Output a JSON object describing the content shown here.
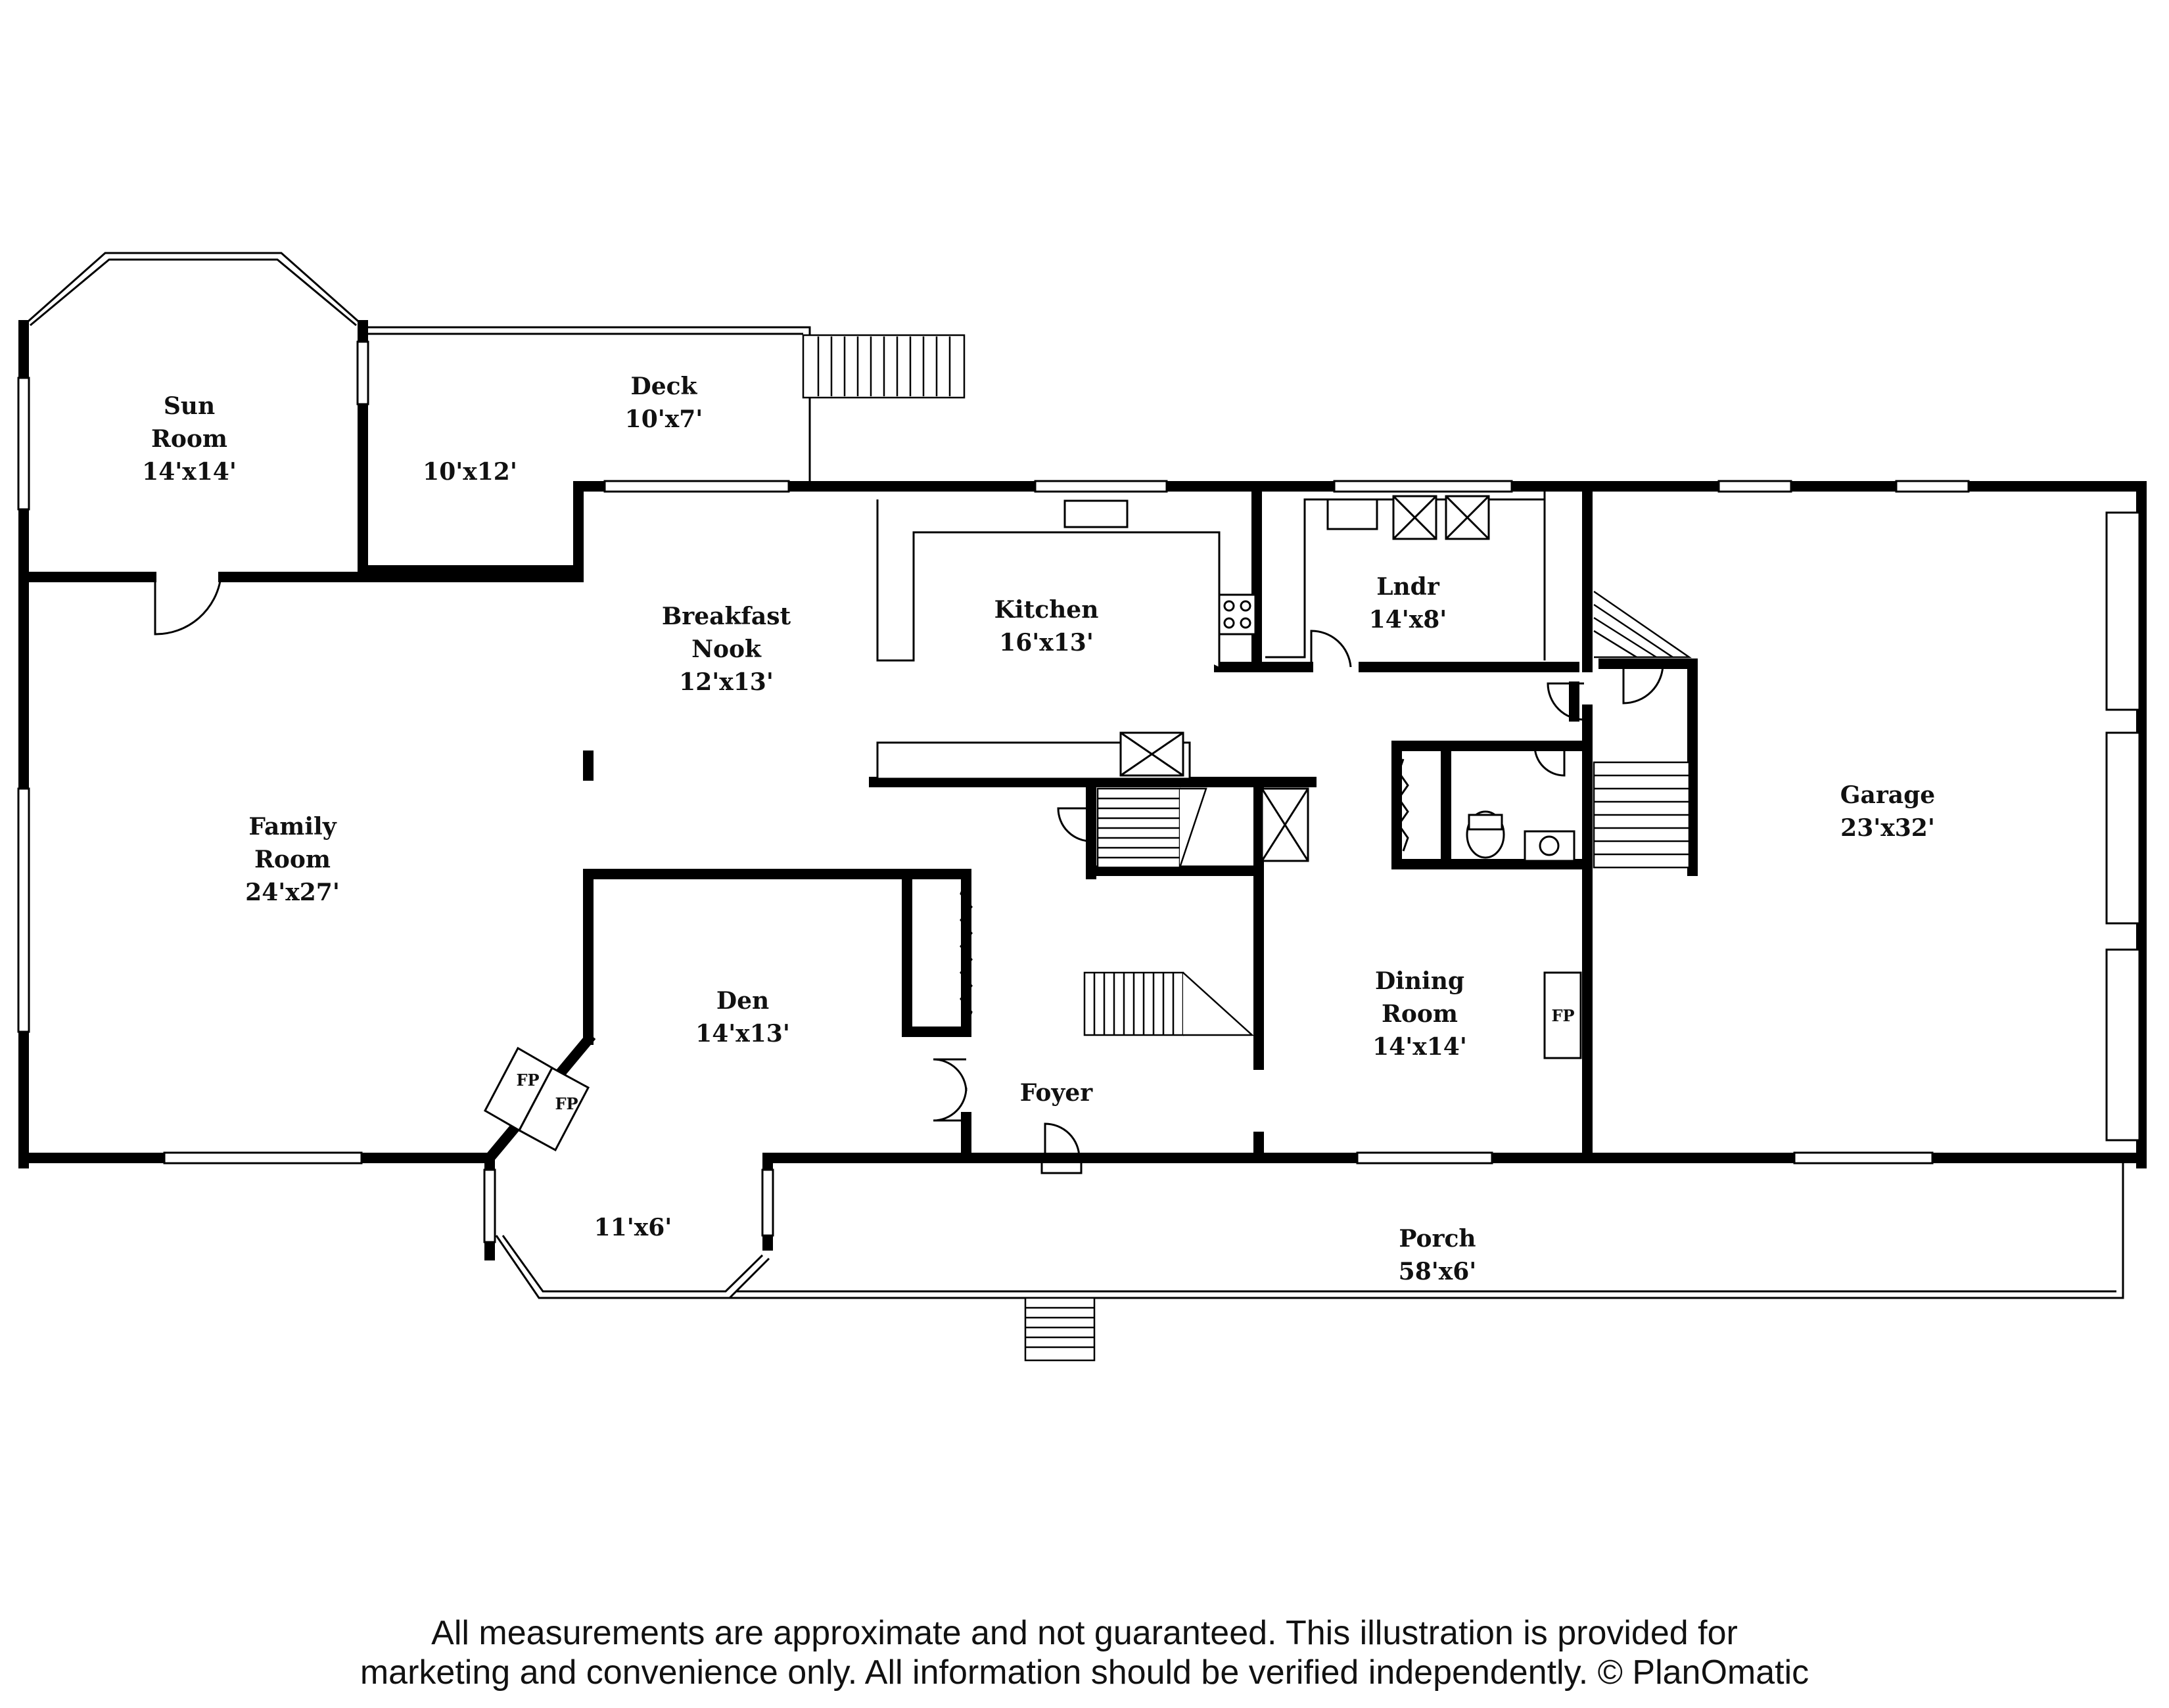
{
  "rooms": {
    "sun_room": {
      "name_line1": "Sun",
      "name_line2": "Room",
      "dims": "14'x14'"
    },
    "deck": {
      "name": "Deck",
      "dims": "10'x7'"
    },
    "deck_lower": {
      "dims": "10'x12'"
    },
    "breakfast_nook": {
      "name_line1": "Breakfast",
      "name_line2": "Nook",
      "dims": "12'x13'"
    },
    "kitchen": {
      "name": "Kitchen",
      "dims": "16'x13'"
    },
    "laundry": {
      "name": "Lndr",
      "dims": "14'x8'"
    },
    "garage": {
      "name": "Garage",
      "dims": "23'x32'"
    },
    "family_room": {
      "name_line1": "Family",
      "name_line2": "Room",
      "dims": "24'x27'"
    },
    "den": {
      "name": "Den",
      "dims": "14'x13'"
    },
    "dining_room": {
      "name_line1": "Dining",
      "name_line2": "Room",
      "dims": "14'x14'"
    },
    "foyer": {
      "name": "Foyer"
    },
    "bay": {
      "dims": "11'x6'"
    },
    "porch": {
      "name": "Porch",
      "dims": "58'x6'"
    }
  },
  "fireplaces": {
    "family_fp_1": "FP",
    "family_fp_2": "FP",
    "dining_fp": "FP"
  },
  "disclaimer": {
    "line1": "All measurements are approximate and not guaranteed. This illustration is provided for",
    "line2": "marketing and convenience only. All information should be verified independently. © PlanOmatic"
  }
}
